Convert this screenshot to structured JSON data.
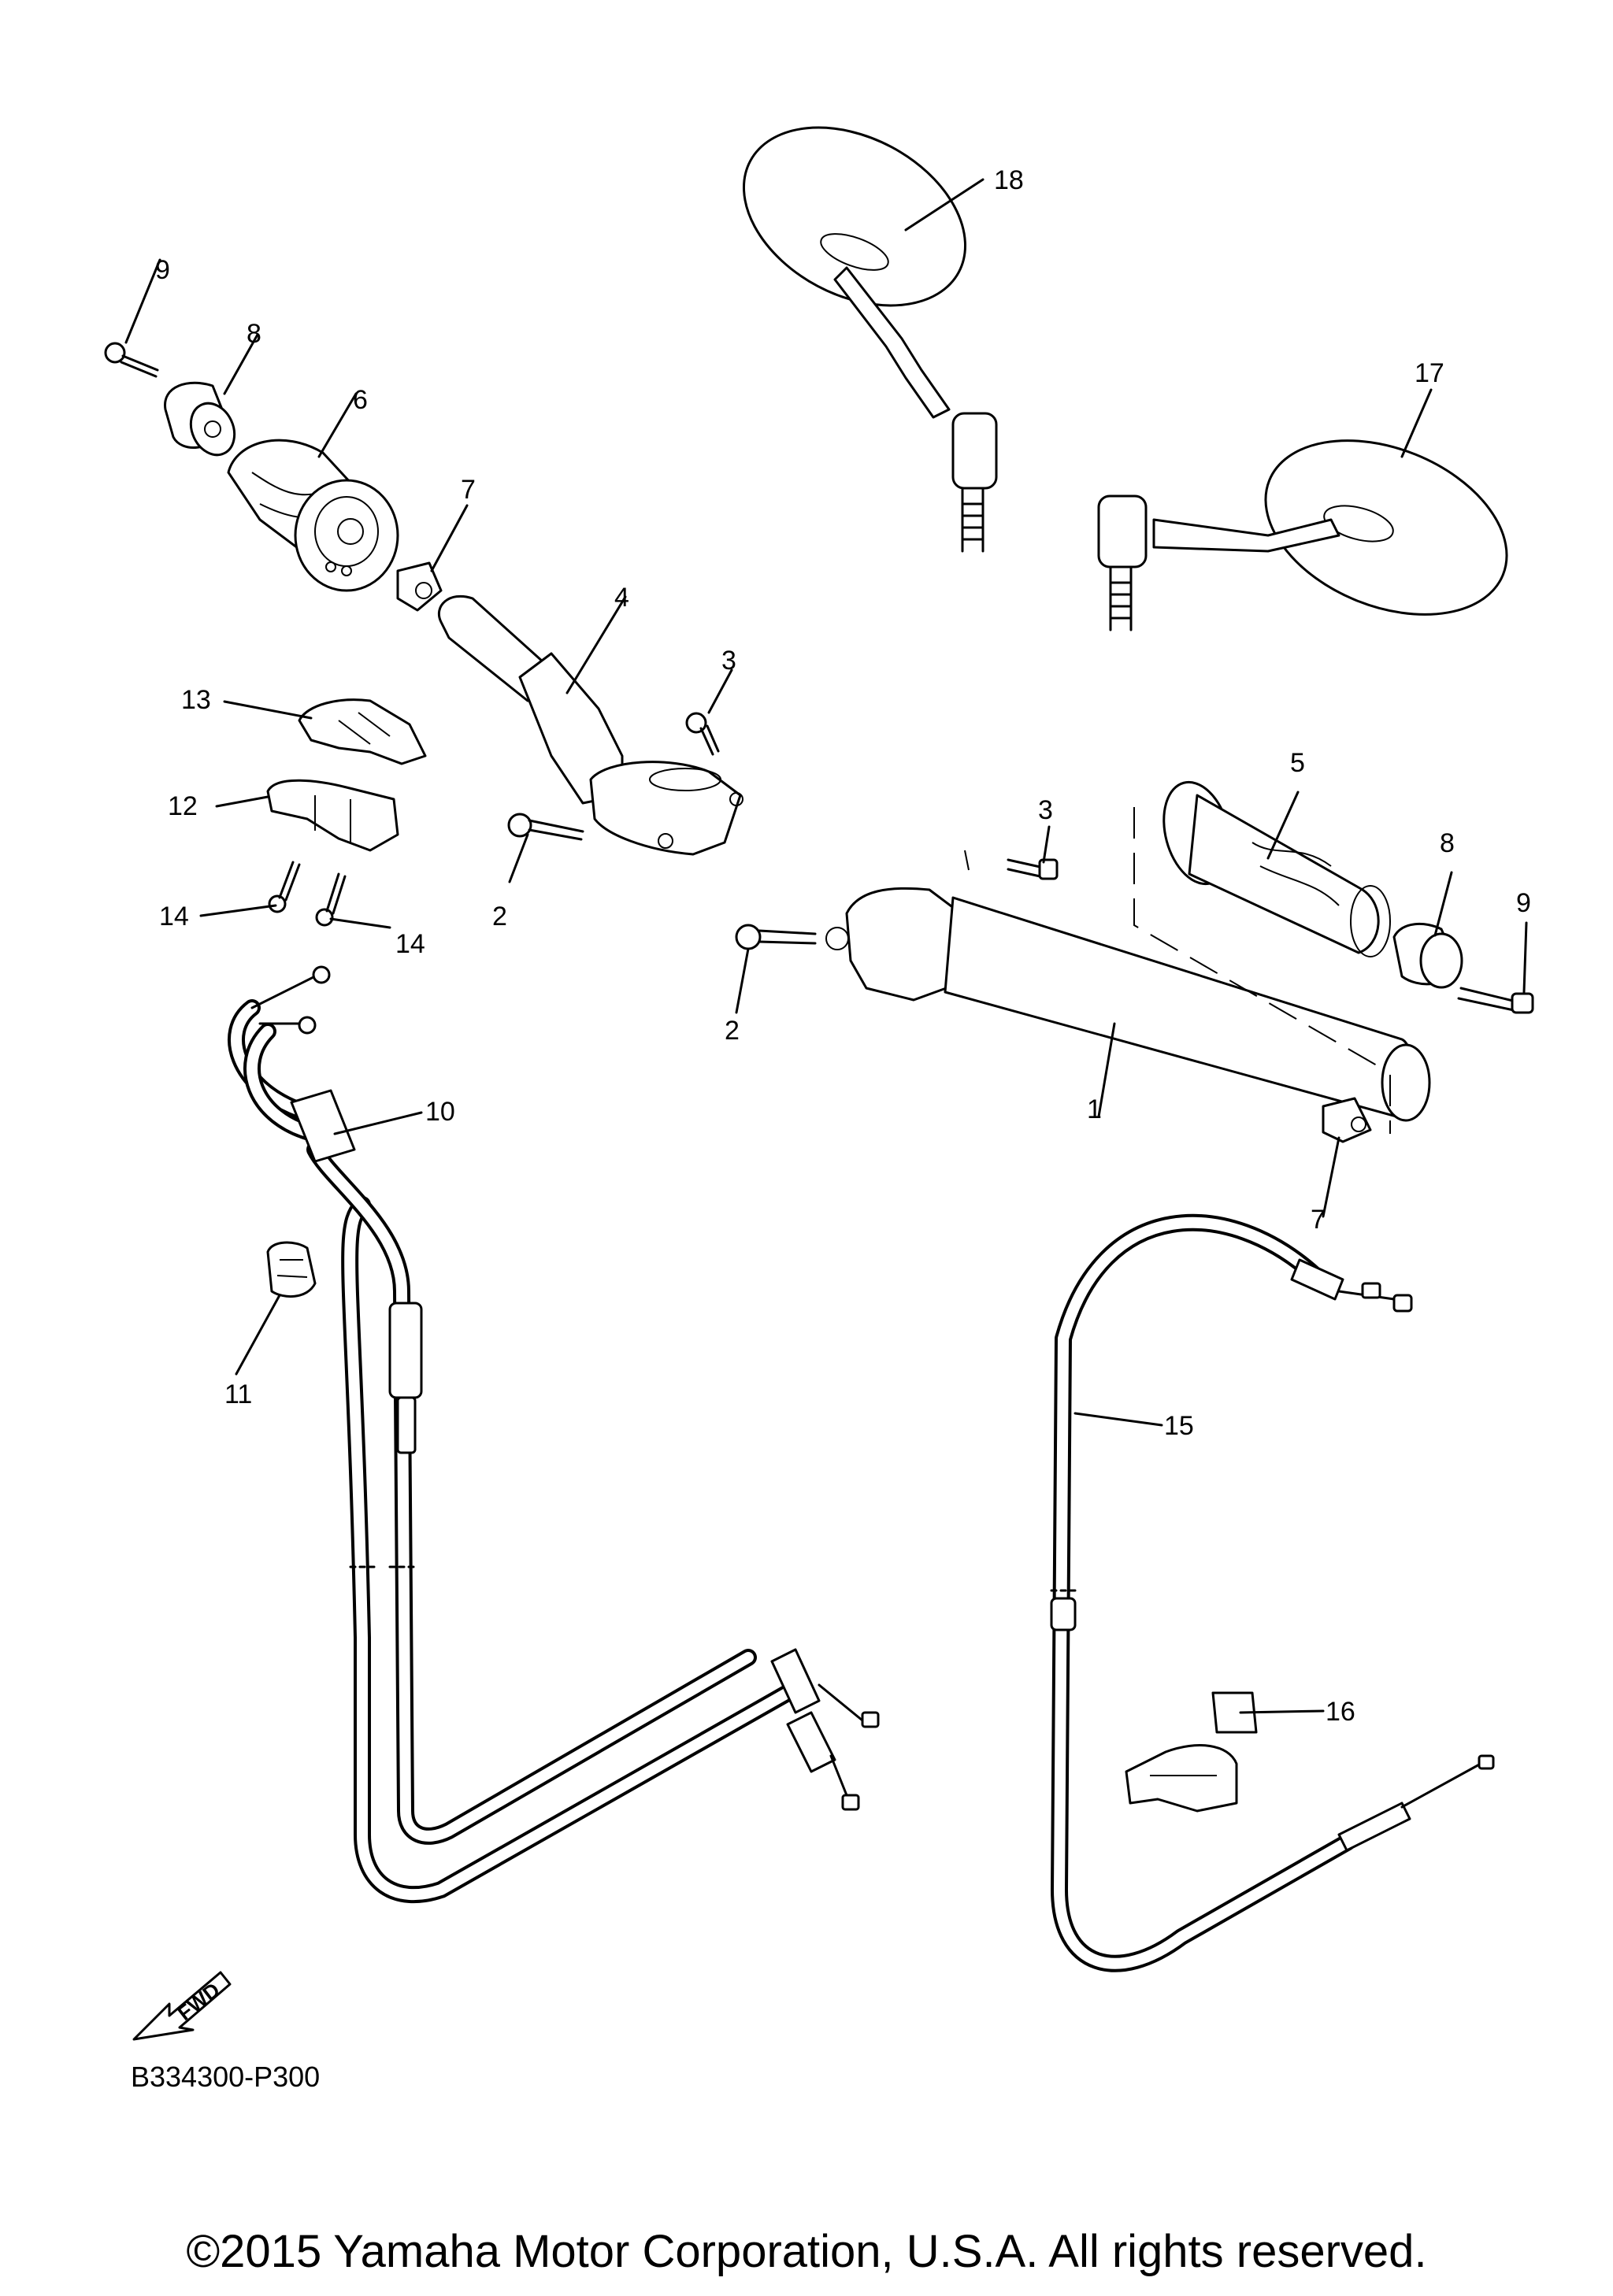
{
  "diagram": {
    "code": "B334300-P300",
    "fwd_badge": "FWD",
    "copyright": "©2015 Yamaha Motor Corporation, U.S.A. All rights reserved."
  },
  "callouts": {
    "c1": "1",
    "c2a": "2",
    "c2b": "2",
    "c3a": "3",
    "c3b": "3",
    "c4": "4",
    "c5": "5",
    "c6": "6",
    "c7a": "7",
    "c7b": "7",
    "c8a": "8",
    "c8b": "8",
    "c9a": "9",
    "c9b": "9",
    "c10": "10",
    "c11": "11",
    "c12": "12",
    "c13": "13",
    "c14a": "14",
    "c14b": "14",
    "c15": "15",
    "c16": "16",
    "c17": "17",
    "c18": "18"
  },
  "colors": {
    "ink": "#000000",
    "paper": "#ffffff"
  }
}
